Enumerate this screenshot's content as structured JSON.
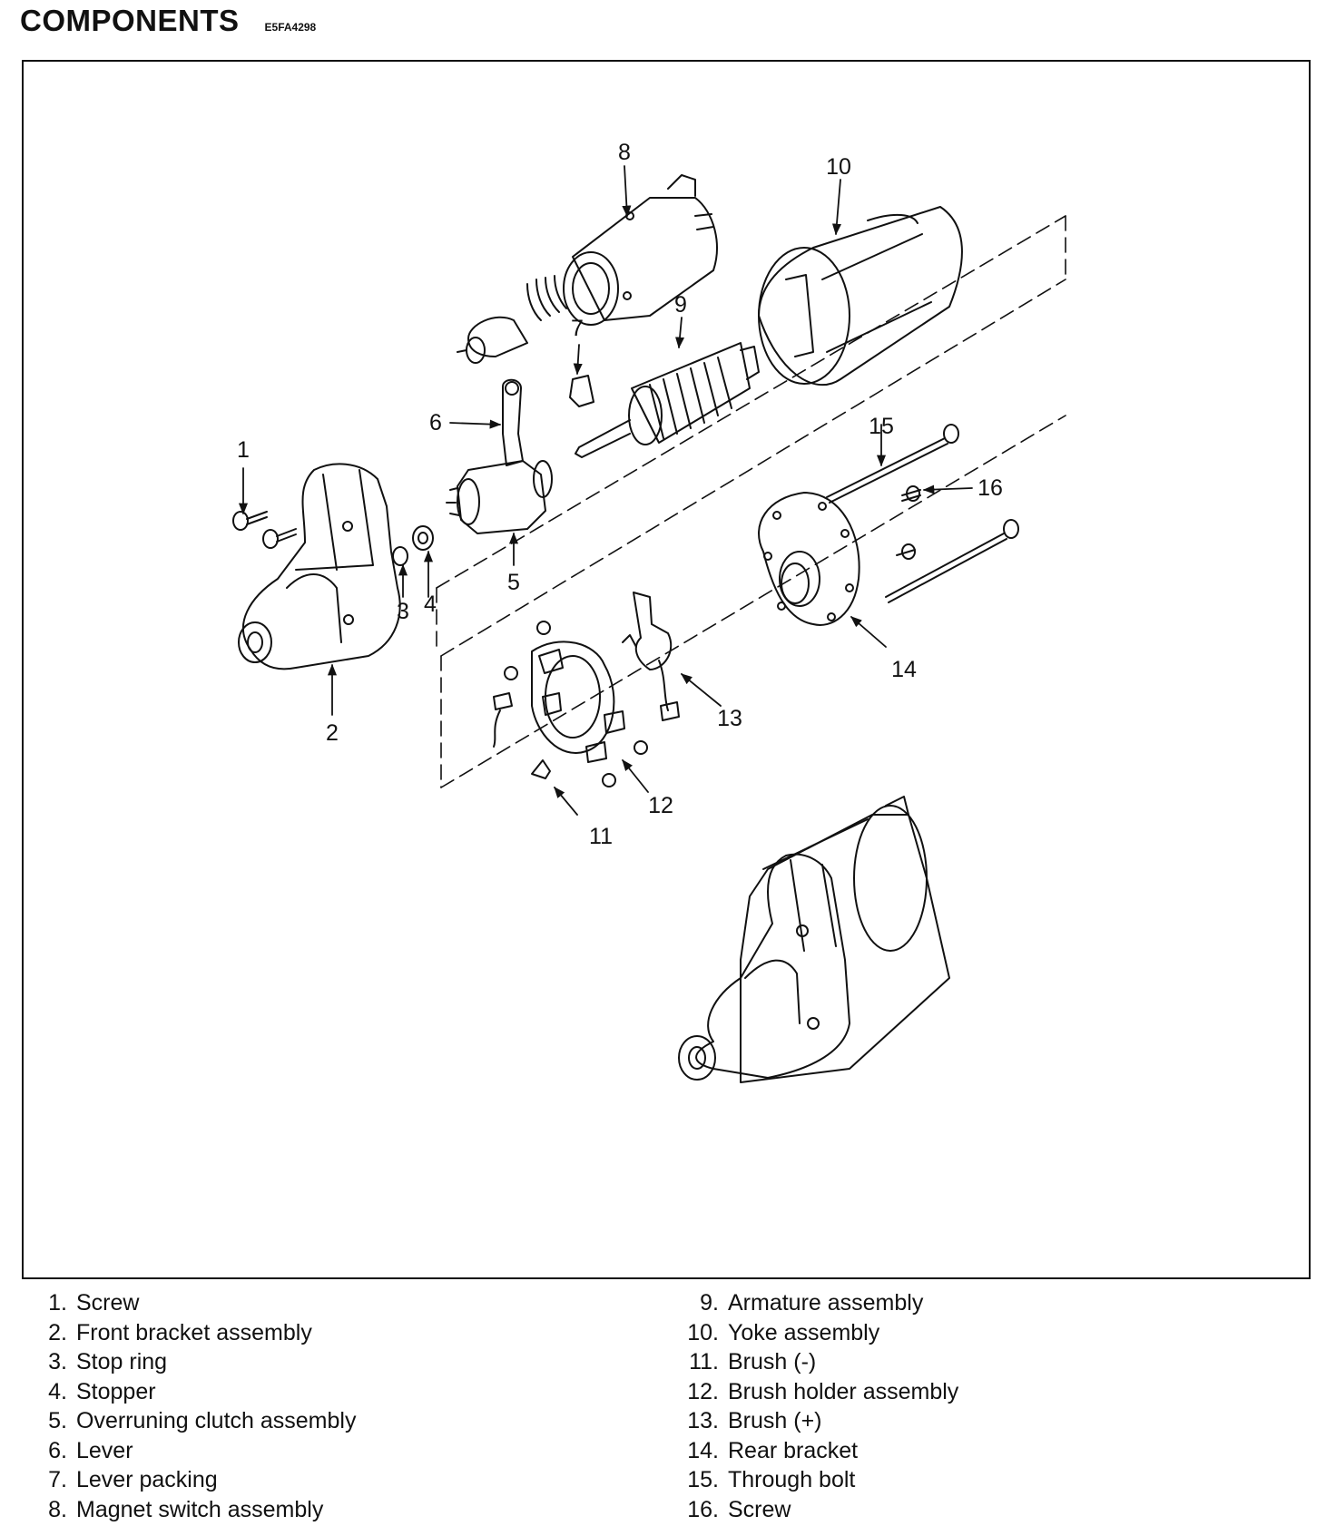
{
  "header": {
    "title": "COMPONENTS",
    "code": "E5FA4298"
  },
  "callouts": [
    "1",
    "2",
    "3",
    "4",
    "5",
    "6",
    "7",
    "8",
    "9",
    "10",
    "11",
    "12",
    "13",
    "14",
    "15",
    "16"
  ],
  "legend": {
    "left": [
      {
        "num": "1.",
        "label": "Screw"
      },
      {
        "num": "2.",
        "label": "Front bracket assembly"
      },
      {
        "num": "3.",
        "label": "Stop ring"
      },
      {
        "num": "4.",
        "label": "Stopper"
      },
      {
        "num": "5.",
        "label": "Overruning clutch assembly"
      },
      {
        "num": "6.",
        "label": "Lever"
      },
      {
        "num": "7.",
        "label": "Lever packing"
      },
      {
        "num": "8.",
        "label": "Magnet switch assembly"
      }
    ],
    "right": [
      {
        "num": "9.",
        "label": "Armature assembly"
      },
      {
        "num": "10.",
        "label": "Yoke assembly"
      },
      {
        "num": "11.",
        "label": "Brush (-)"
      },
      {
        "num": "12.",
        "label": "Brush holder assembly"
      },
      {
        "num": "13.",
        "label": "Brush (+)"
      },
      {
        "num": "14.",
        "label": "Rear bracket"
      },
      {
        "num": "15.",
        "label": "Through bolt"
      },
      {
        "num": "16.",
        "label": "Screw"
      }
    ]
  }
}
